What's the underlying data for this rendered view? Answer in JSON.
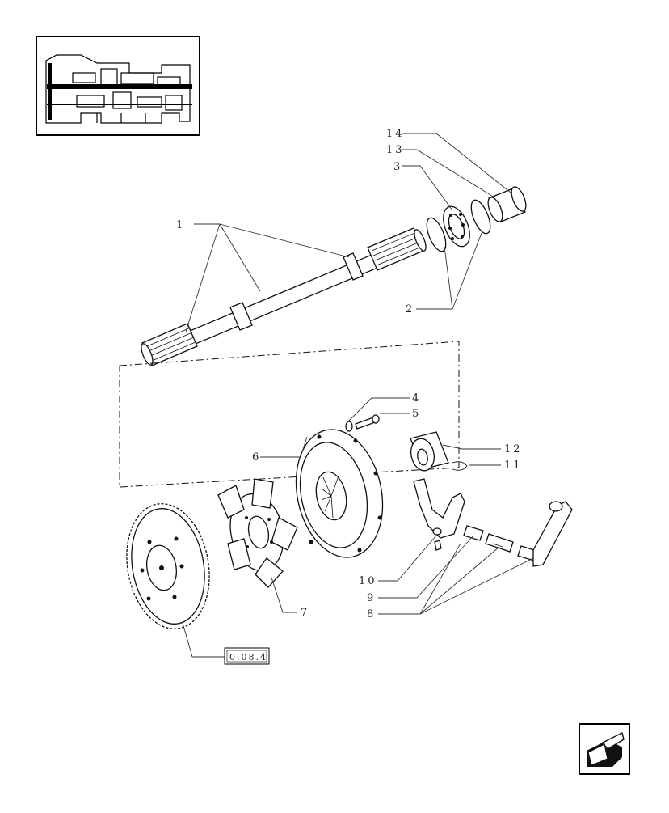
{
  "callouts": {
    "c1": "1",
    "c2": "2",
    "c3": "3",
    "c4": "4",
    "c5": "5",
    "c6": "6",
    "c7": "7",
    "c8": "8",
    "c9": "9",
    "c10": "10",
    "c11": "11",
    "c12": "12",
    "c13": "13",
    "c14": "14"
  },
  "reference_box": {
    "label": "0.08.4"
  },
  "nav": {
    "icon": "arrow-back-icon"
  }
}
